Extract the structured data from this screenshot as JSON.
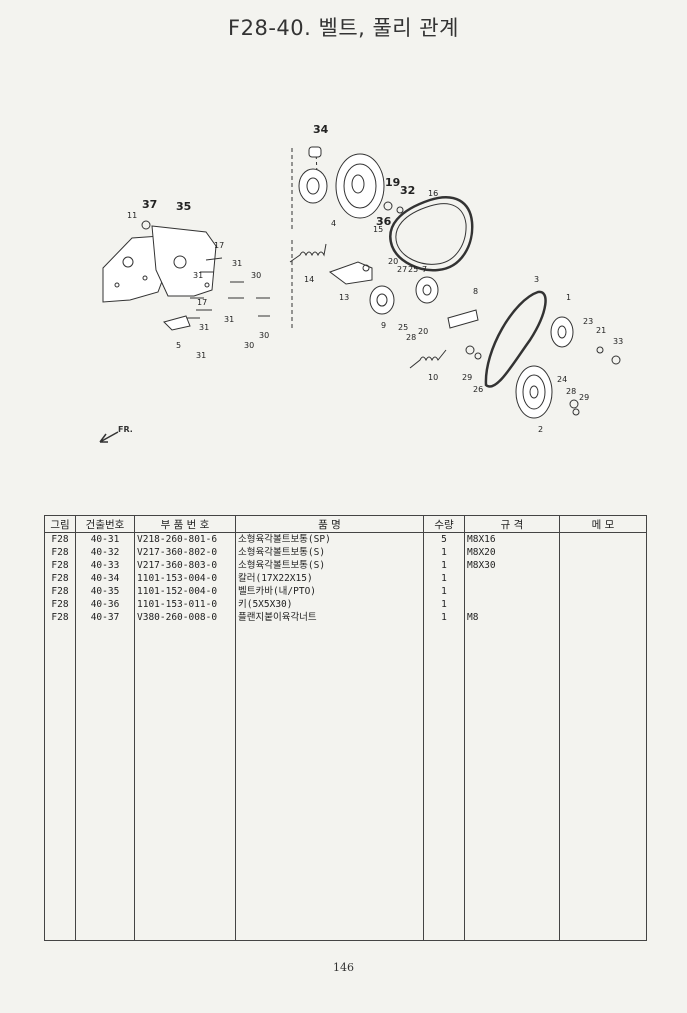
{
  "title": "F28-40. 벨트, 풀리 관계",
  "diagram": {
    "fr_label": "FR.",
    "callouts": [
      "34",
      "37",
      "35",
      "11",
      "17",
      "31",
      "30",
      "5",
      "31",
      "30",
      "14",
      "4",
      "13",
      "15",
      "19",
      "32",
      "36",
      "16",
      "20",
      "27",
      "25",
      "7",
      "9",
      "25",
      "28",
      "20",
      "8",
      "10",
      "29",
      "26",
      "3",
      "1",
      "23",
      "21",
      "33",
      "24",
      "28",
      "29",
      "2",
      "31",
      "31",
      "31",
      "30",
      "17"
    ]
  },
  "table": {
    "headers": [
      "그림",
      "건출번호",
      "부 품 번 호",
      "품          명",
      "수량",
      "규     격",
      "메     모"
    ],
    "rows": [
      {
        "fig": "F28",
        "ref": "40-31",
        "part": "V218-260-801-6",
        "name": "소형육각볼트보통(SP)",
        "qty": "5",
        "spec": "M8X16",
        "memo": ""
      },
      {
        "fig": "F28",
        "ref": "40-32",
        "part": "V217-360-802-0",
        "name": "소형육각볼트보통(S)",
        "qty": "1",
        "spec": "M8X20",
        "memo": ""
      },
      {
        "fig": "F28",
        "ref": "40-33",
        "part": "V217-360-803-0",
        "name": "소형육각볼트보통(S)",
        "qty": "1",
        "spec": "M8X30",
        "memo": ""
      },
      {
        "fig": "F28",
        "ref": "40-34",
        "part": "1101-153-004-0",
        "name": "칼러(17X22X15)",
        "qty": "1",
        "spec": "",
        "memo": ""
      },
      {
        "fig": "F28",
        "ref": "40-35",
        "part": "1101-152-004-0",
        "name": "벨트카바(내/PTO)",
        "qty": "1",
        "spec": "",
        "memo": ""
      },
      {
        "fig": "F28",
        "ref": "40-36",
        "part": "1101-153-011-0",
        "name": "키(5X5X30)",
        "qty": "1",
        "spec": "",
        "memo": ""
      },
      {
        "fig": "F28",
        "ref": "40-37",
        "part": "V380-260-008-0",
        "name": "플랜지붙이육각너트",
        "qty": "1",
        "spec": "M8",
        "memo": ""
      }
    ]
  },
  "page_number": "146"
}
